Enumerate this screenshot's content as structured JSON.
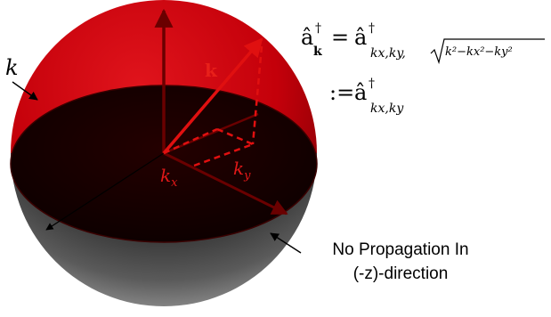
{
  "labels": {
    "k_outer": "k",
    "k_vector": "k",
    "kx": "k",
    "kx_sub": "x",
    "ky": "k",
    "ky_sub": "y"
  },
  "equation": {
    "line1_lhs_base": "â",
    "line1_lhs_sup": "†",
    "line1_lhs_sub": "k",
    "line1_eq": "=",
    "line1_rhs_base": "â",
    "line1_rhs_sup": "†",
    "line1_rhs_sub": "kx,ky,",
    "line1_sqrt_body": "k²−kx²−ky²",
    "line2_assign": ":=",
    "line2_rhs_base": "â",
    "line2_rhs_sup": "†",
    "line2_rhs_sub": "kx,ky"
  },
  "annotation": {
    "line1": "No Propagation In",
    "line2": "(-z)-direction"
  },
  "colors": {
    "upper_hemisphere": "#c4000a",
    "lower_hemisphere": "#1a1a1a",
    "vector_red": "#e01010",
    "dark_red": "#8a0000"
  }
}
